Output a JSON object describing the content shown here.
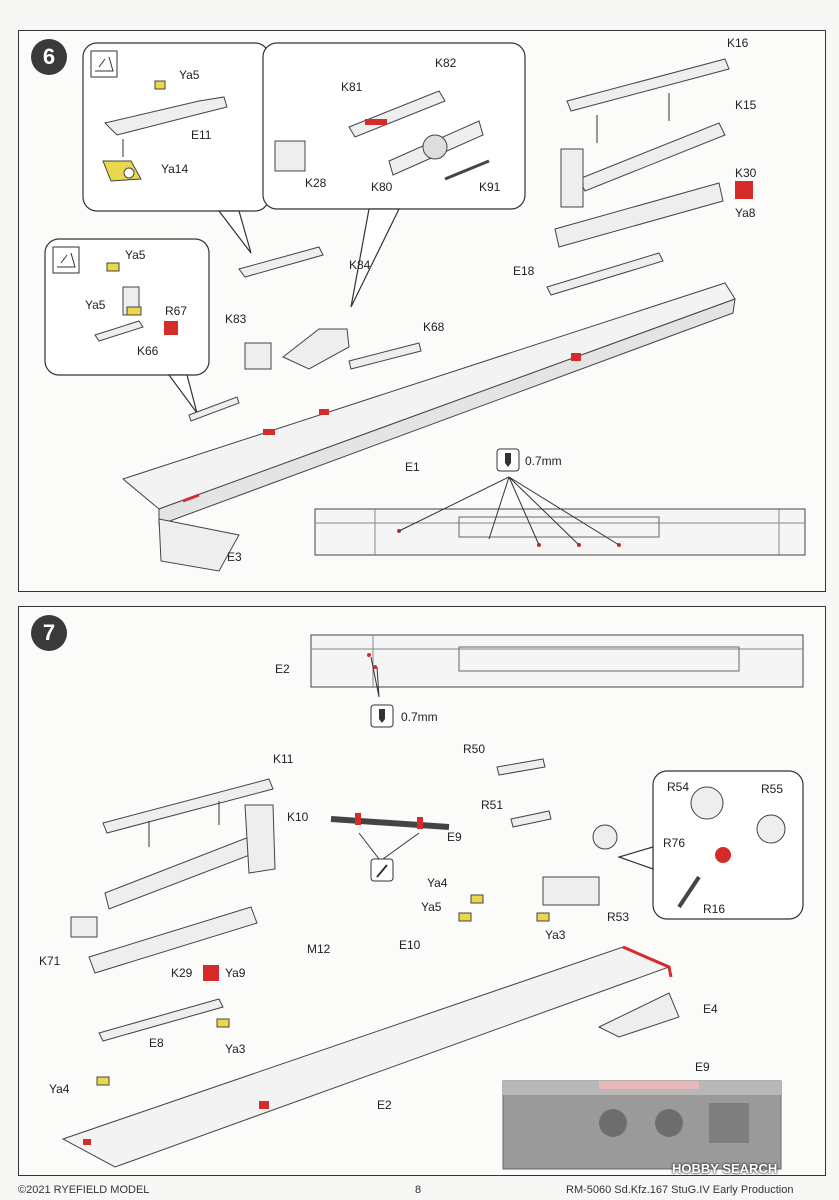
{
  "steps": [
    {
      "number": "6",
      "labels": {
        "ya5_a": "Ya5",
        "e11": "E11",
        "ya14": "Ya14",
        "ya5_b": "Ya5",
        "ya5_c": "Ya5",
        "r67": "R67",
        "k66": "K66",
        "k81": "K81",
        "k82": "K82",
        "k28": "K28",
        "k80": "K80",
        "k91": "K91",
        "k16": "K16",
        "k15": "K15",
        "k30": "K30",
        "ya8": "Ya8",
        "e18": "E18",
        "k84": "K84",
        "k83": "K83",
        "k68": "K68",
        "e1": "E1",
        "e3": "E3",
        "drill": "0.7mm"
      }
    },
    {
      "number": "7",
      "labels": {
        "e2_top": "E2",
        "drill": "0.7mm",
        "k11": "K11",
        "k10": "K10",
        "e9": "E9",
        "r50": "R50",
        "r51": "R51",
        "r54": "R54",
        "r55": "R55",
        "r76": "R76",
        "r16": "R16",
        "r53": "R53",
        "ya4_a": "Ya4",
        "ya5": "Ya5",
        "ya3_a": "Ya3",
        "e10": "E10",
        "k71": "K71",
        "m12": "M12",
        "k29": "K29",
        "ya9": "Ya9",
        "e8": "E8",
        "ya3_b": "Ya3",
        "ya4_b": "Ya4",
        "e2": "E2",
        "e4": "E4",
        "e9_photo": "E9"
      }
    }
  ],
  "footer": {
    "copyright": "©2021 RYEFIELD MODEL",
    "page": "8",
    "product": "RM-5060 Sd.Kfz.167 StuG.IV Early Production"
  },
  "watermark": "HOBBY SEARCH",
  "colors": {
    "etch_yellow": "#e8d84a",
    "red_mark": "#d62b2b",
    "outline": "#333333"
  }
}
